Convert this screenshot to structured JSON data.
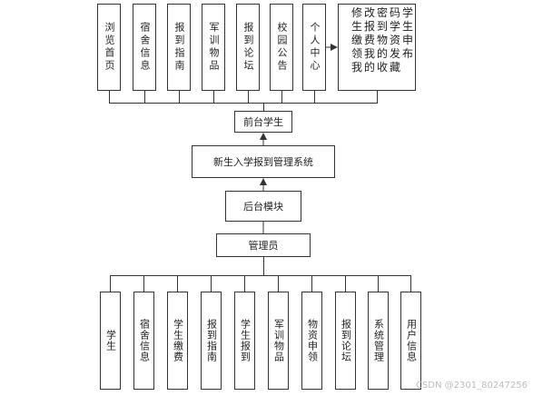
{
  "top_modules": [
    "浏览首页",
    "宿舍信息",
    "报到指南",
    "军训物品",
    "报到论坛",
    "校园公告",
    "个人中心"
  ],
  "personal_center_sub": "修改密码学生报到学生缴费物资申领我的发布我的收藏",
  "frontend_label": "前台学生",
  "system_label": "新生入学报到管理系统",
  "backend_label": "后台模块",
  "admin_label": "管理员",
  "bottom_modules": [
    "学生",
    "宿舍信息",
    "学生缴费",
    "报到指南",
    "学生报到",
    "军训物品",
    "物资申领",
    "报到论坛",
    "系统管理",
    "用户信息"
  ],
  "watermark": "CSDN @2301_80247256"
}
